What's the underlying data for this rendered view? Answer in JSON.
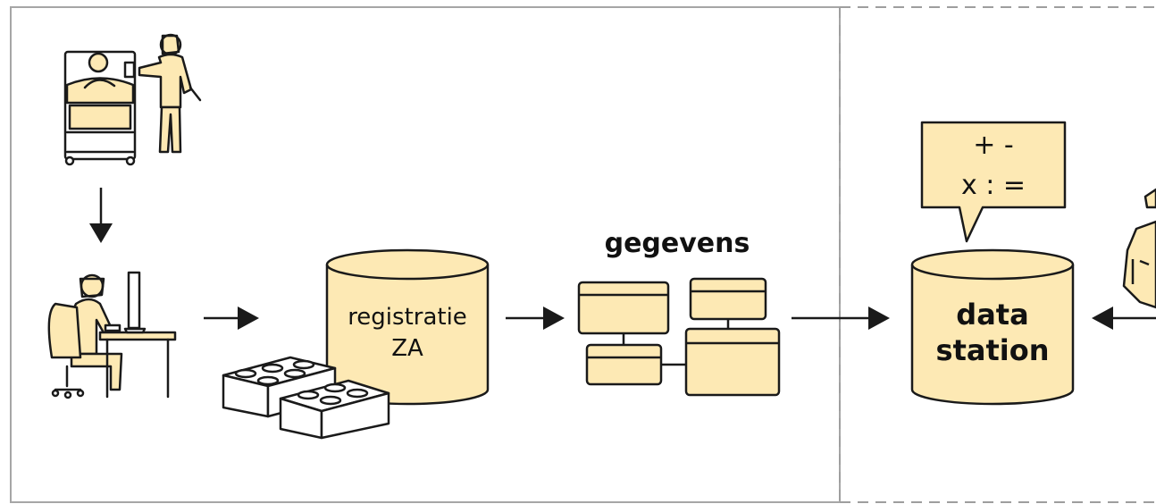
{
  "labels": {
    "registry_line1": "registratie",
    "registry_line2": "ZA",
    "data_heading": "gegevens",
    "station_line1": "data",
    "station_line2": "station",
    "calc_line1": "+ -",
    "calc_line2": "x : ="
  },
  "colors": {
    "fill": "#fde9b4",
    "stroke": "#1a1a1a",
    "frame": "#a6a6a6",
    "dashed": "#9e9e9e"
  }
}
